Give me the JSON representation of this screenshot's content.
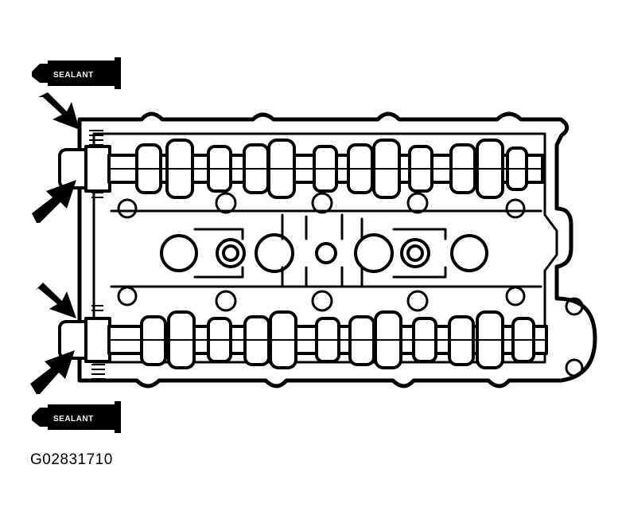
{
  "diagram": {
    "tube_top_label": "SEALANT",
    "tube_bottom_label": "SEALANT",
    "figure_id": "G02831710"
  },
  "colors": {
    "ink": "#000000",
    "paper": "#ffffff"
  }
}
